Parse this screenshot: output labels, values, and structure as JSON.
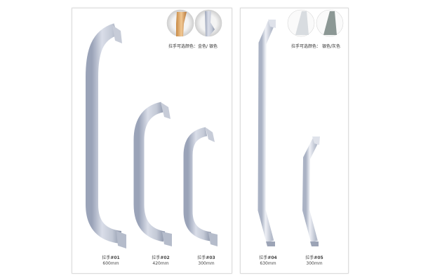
{
  "left_panel": {
    "colors_caption": "拉手可选颜色：金色/ 银色",
    "swatches": [
      {
        "name": "gold",
        "color": "#d9a56a"
      },
      {
        "name": "silver",
        "color": "#b8bfcf"
      }
    ],
    "items": [
      {
        "prefix": "拉手",
        "code": "#01",
        "size": "600mm"
      },
      {
        "prefix": "拉手",
        "code": "#02",
        "size": "420mm"
      },
      {
        "prefix": "拉手",
        "code": "#03",
        "size": "300mm"
      }
    ]
  },
  "right_panel": {
    "colors_caption": "拉手可选颜色：  银色/灰色",
    "swatches": [
      {
        "name": "silver",
        "color": "#d4d8dc"
      },
      {
        "name": "grey",
        "color": "#8c9895"
      }
    ],
    "items": [
      {
        "prefix": "拉手",
        "code": "#04",
        "size": "630mm"
      },
      {
        "prefix": "拉手",
        "code": "#05",
        "size": "300mm"
      }
    ]
  }
}
